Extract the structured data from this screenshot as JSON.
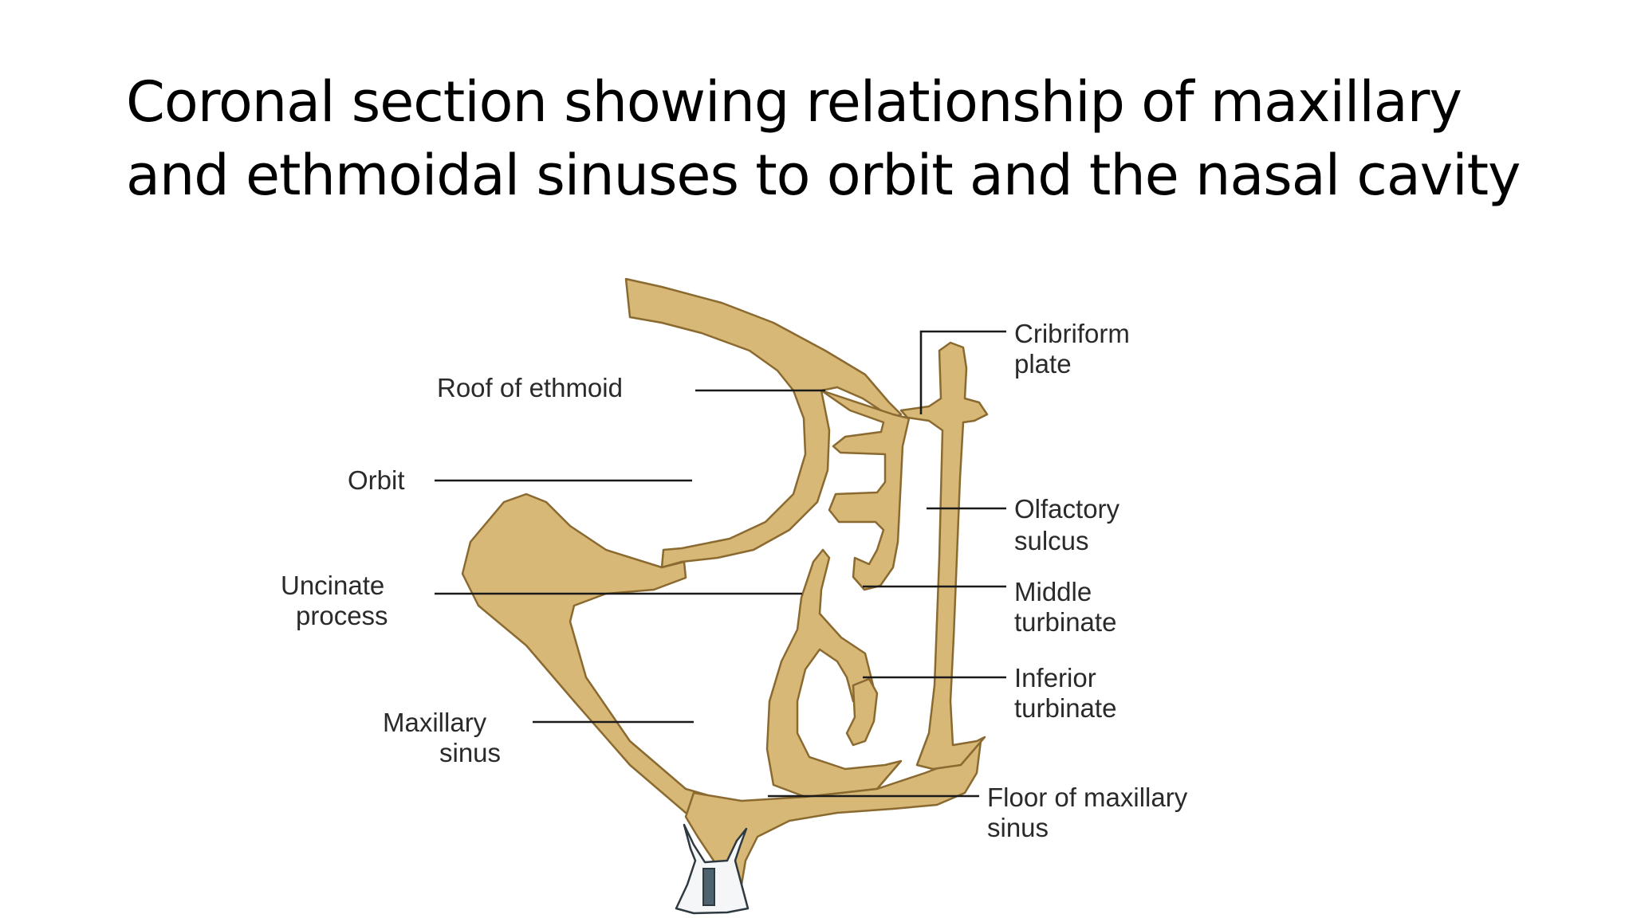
{
  "title": {
    "line1": "Coronal section showing relationship of maxillary",
    "line2": "and ethmoidal sinuses to orbit and the nasal cavity"
  },
  "labels": {
    "cribriform_1": "Cribriform",
    "cribriform_2": "plate",
    "roof_of_ethmoid": "Roof of ethmoid",
    "orbit": "Orbit",
    "olfactory_1": "Olfactory",
    "olfactory_2": "sulcus",
    "uncinate_1": "Uncinate",
    "uncinate_2": "process",
    "middle_1": "Middle",
    "middle_2": "turbinate",
    "inferior_1": "Inferior",
    "inferior_2": "turbinate",
    "maxillary_1": "Maxillary",
    "maxillary_2": "sinus",
    "floor_1": "Floor of maxillary",
    "floor_2": "sinus"
  },
  "colors": {
    "bone": "#d8b877",
    "bone_outline": "#8a6a30",
    "bone_speckle": "#c49a55",
    "tooth": "#f4f6f8",
    "tooth_canal": "#4d6470"
  }
}
